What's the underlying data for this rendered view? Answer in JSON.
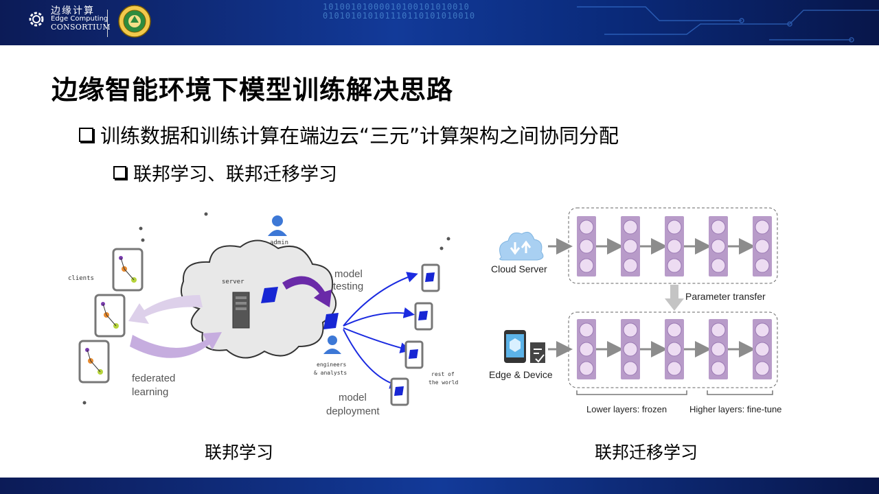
{
  "header": {
    "logo_cn": "边缘计算",
    "logo_en_line1": "Edge Computing",
    "logo_en_line2": "CONSORTIUM",
    "binary_text": "10100101000010100101010010\n010101010101110110101010010"
  },
  "slide": {
    "title": "边缘智能环境下模型训练解决思路",
    "bullet1": "训练数据和训练计算在端边云“三元”计算架构之间协同分配",
    "bullet2": "联邦学习、联邦迁移学习"
  },
  "federated_diagram": {
    "admin": "admin",
    "clients": "clients",
    "server": "server",
    "model_testing_line1": "model",
    "model_testing_line2": "testing",
    "engineers_line1": "engineers",
    "engineers_line2": "& analysts",
    "rest_line1": "rest of",
    "rest_line2": "the world",
    "model_deployment_line1": "model",
    "model_deployment_line2": "deployment",
    "federated_line1": "federated",
    "federated_line2": "learning"
  },
  "transfer_diagram": {
    "cloud_server": "Cloud Server",
    "parameter_transfer": "Parameter transfer",
    "edge_device": "Edge & Device",
    "lower_layers": "Lower layers: frozen",
    "higher_layers": "Higher layers: fine-tune",
    "colors": {
      "layer_fill": "#b89bc9",
      "node_fill": "#eddcf2",
      "arrow": "#8c8c8c"
    }
  },
  "captions": {
    "left": "联邦学习",
    "right": "联邦迁移学习"
  }
}
